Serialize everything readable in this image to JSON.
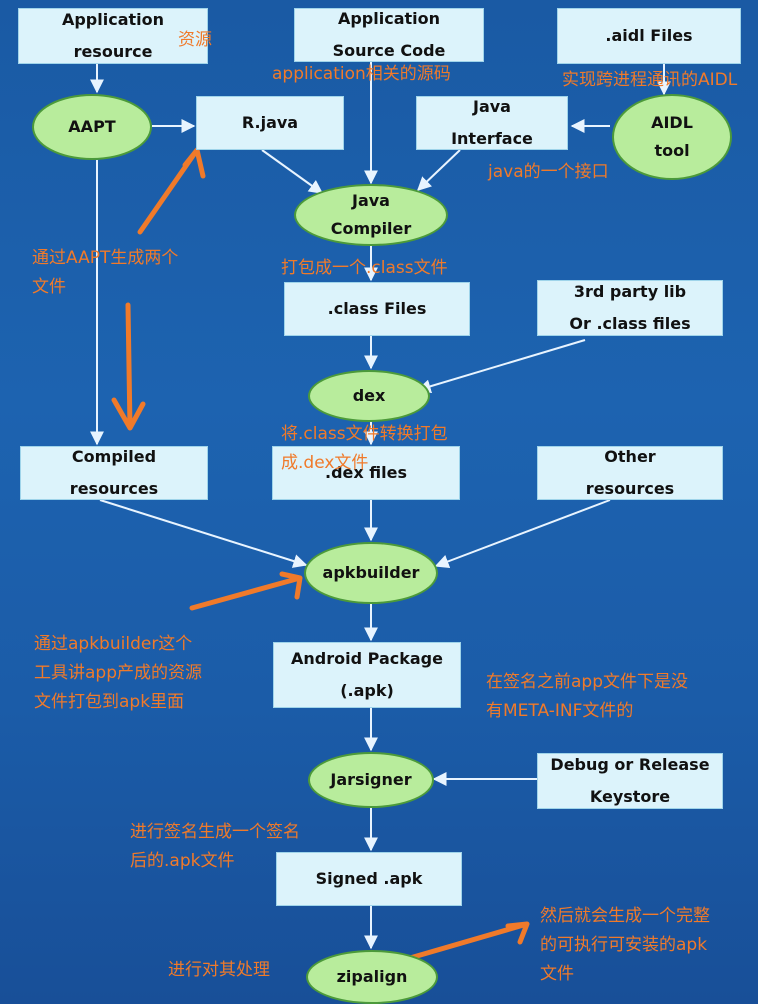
{
  "colors": {
    "background": "#1d60ad",
    "box_fill": "#dcf3fb",
    "ellipse_fill": "#b8ec9c",
    "ellipse_border": "#4c9a3a",
    "arrow": "#e8f4ff",
    "annotation": "#f07a2a"
  },
  "nodes": {
    "app_resource": [
      "Application",
      "resource"
    ],
    "app_source": [
      "Application",
      "Source Code"
    ],
    "aidl_files": [
      ".aidl Files"
    ],
    "aapt": [
      "AAPT"
    ],
    "r_java": [
      "R.java"
    ],
    "java_interface": [
      "Java",
      "Interface"
    ],
    "aidl_tool": [
      "AIDL",
      "tool"
    ],
    "java_compiler": [
      "Java",
      "Compiler"
    ],
    "class_files": [
      ".class Files"
    ],
    "third_party": [
      "3rd party lib",
      "Or .class files"
    ],
    "dex": [
      "dex"
    ],
    "compiled_resources": [
      "Compiled",
      "resources"
    ],
    "dex_files": [
      ".dex files"
    ],
    "other_resources": [
      "Other",
      "resources"
    ],
    "apkbuilder": [
      "apkbuilder"
    ],
    "android_package": [
      "Android Package",
      "(.apk)"
    ],
    "jarsigner": [
      "Jarsigner"
    ],
    "keystore": [
      "Debug or Release",
      "Keystore"
    ],
    "signed_apk": [
      "Signed .apk"
    ],
    "zipalign": [
      "zipalign"
    ]
  },
  "annotations": {
    "resource_note": [
      "资源"
    ],
    "source_note": [
      "application相关的源码"
    ],
    "aidl_note": [
      "实现跨进程通讯的AIDL"
    ],
    "interface_note": [
      "java的一个接口"
    ],
    "aapt_note": [
      "通过AAPT生成两个",
      "文件"
    ],
    "compile_note": [
      "打包成一个.class文件"
    ],
    "dex_note": [
      "将.class文件转换打包",
      "成.dex文件"
    ],
    "apkbuilder_note": [
      "通过apkbuilder这个",
      "工具讲app产成的资源",
      "文件打包到apk里面"
    ],
    "meta_note": [
      "在签名之前app文件下是没",
      "有META-INF文件的"
    ],
    "sign_note": [
      "进行签名生成一个签名",
      "后的.apk文件"
    ],
    "align_note": [
      "进行对其处理"
    ],
    "final_note": [
      "然后就会生成一个完整",
      "的可执行可安装的apk",
      "文件"
    ]
  }
}
